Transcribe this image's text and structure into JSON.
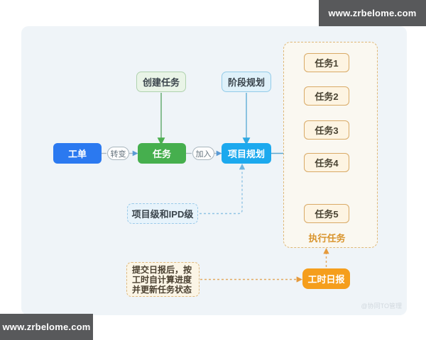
{
  "watermarks": {
    "top_right": "www.zrbelome.com",
    "bottom_left": "www.zrbelome.com",
    "corner_faint": "@协同TO管理"
  },
  "flow": {
    "work_order": "工单",
    "transform_label": "转变",
    "task": "任务",
    "join_label": "加入",
    "project_plan": "项目规划",
    "create_task": "创建任务",
    "stage_plan": "阶段规划",
    "level_note": "项目级和IPD级",
    "execute_tasks": "执行任务",
    "timesheet": "工时日报",
    "tasks": [
      "任务1",
      "任务2",
      "任务3",
      "任务4",
      "任务5"
    ],
    "daily_note_lines": [
      "提交日报后，按",
      "工时自计算进度",
      "并更新任务状态"
    ]
  },
  "colors": {
    "work_order_bg": "#2B79F0",
    "task_bg": "#46AF4E",
    "project_plan_bg": "#1CA9EE",
    "timesheet_bg": "#F59E1C",
    "execute_label_text": "#D9952E",
    "exec_container_border": "#DFB877",
    "panel_bg": "#EFF4F8",
    "badge_bg": "#58595B",
    "branch_arrow": "#4FB3E8"
  }
}
